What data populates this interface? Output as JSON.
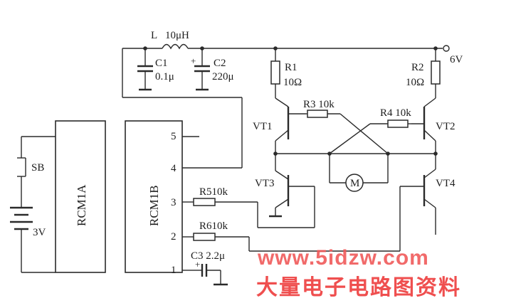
{
  "inductor": {
    "ref": "L",
    "value": "10μH"
  },
  "caps": {
    "c1": {
      "ref": "C1",
      "value": "0.1μ"
    },
    "c2": {
      "ref": "C2",
      "value": "220μ"
    },
    "c3": {
      "ref": "C3",
      "value": "2.2μ"
    }
  },
  "resistors": {
    "r1": {
      "ref": "R1",
      "value": "10Ω"
    },
    "r2": {
      "ref": "R2",
      "value": "10Ω"
    },
    "r3": {
      "ref": "R3",
      "value": "10k"
    },
    "r4": {
      "ref": "R4",
      "value": "10k"
    },
    "r5": {
      "ref": "R5",
      "value": "10k"
    },
    "r6": {
      "ref": "R6",
      "value": "10k"
    }
  },
  "supply": "6V",
  "battery": "3V",
  "switch": "SB",
  "motor": "M",
  "transistors": [
    "VT1",
    "VT2",
    "VT3",
    "VT4"
  ],
  "chips": {
    "a": "RCM1A",
    "b": "RCM1B"
  },
  "pins": [
    "5",
    "4",
    "3",
    "2",
    "1"
  ],
  "watermark": {
    "url": "www.5idzw.com",
    "text": "大量电子电路图资料"
  }
}
